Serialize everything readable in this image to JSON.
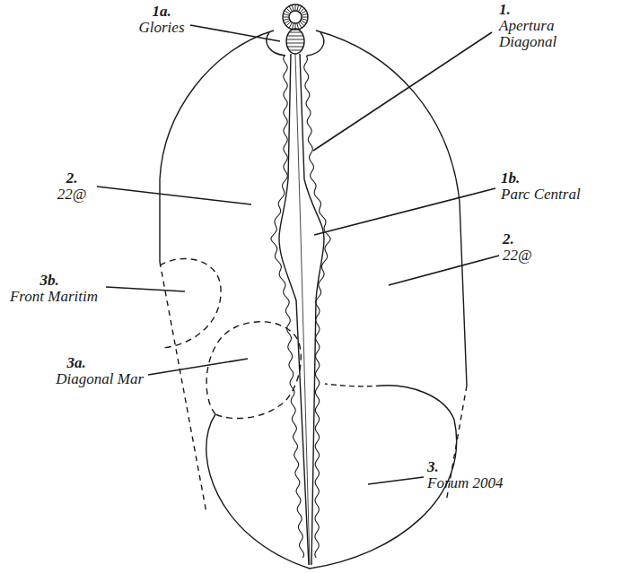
{
  "diagram": {
    "labels": [
      "1a.",
      "Glories",
      "1.",
      "Apertura Diagonal",
      "2.",
      "22@",
      "1b.",
      "Parc Central",
      "3b.",
      "Front Maritim",
      "2.",
      "22@",
      "3a.",
      "Diagonal Mar",
      "3.",
      "Forum 2004"
    ]
  }
}
